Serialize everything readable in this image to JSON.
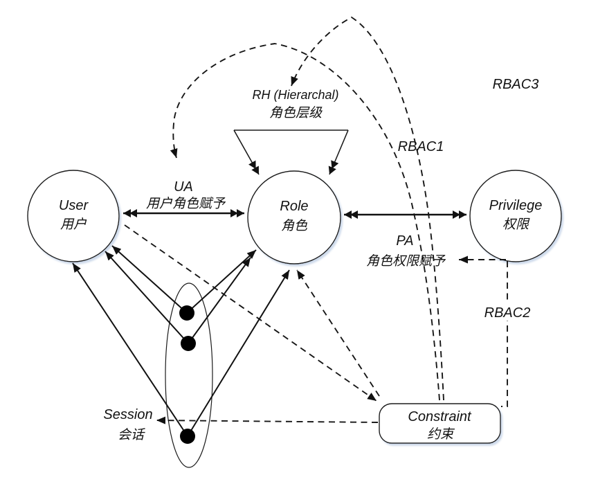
{
  "diagram": {
    "title_hint": "RBAC model diagram",
    "nodes": {
      "user": {
        "label": "User",
        "sublabel": "用户"
      },
      "role": {
        "label": "Role",
        "sublabel": "角色"
      },
      "privilege": {
        "label": "Privilege",
        "sublabel": "权限"
      },
      "session": {
        "label": "Session",
        "sublabel": "会话"
      },
      "constraint": {
        "label": "Constraint",
        "sublabel": "约束"
      }
    },
    "relations": {
      "ua": {
        "abbr": "UA",
        "name": "用户角色赋予"
      },
      "pa": {
        "abbr": "PA",
        "name": "角色权限赋予"
      },
      "rh": {
        "abbr": "RH (Hierarchal)",
        "name": "角色层级"
      }
    },
    "models": {
      "rbac1": "RBAC1",
      "rbac2": "RBAC2",
      "rbac3": "RBAC3"
    },
    "colors": {
      "stroke": "#1a1a1a",
      "node_fill": "#ffffff",
      "dot_fill": "#000000",
      "shadow": "#c7d5e8",
      "background": "#ffffff"
    }
  }
}
